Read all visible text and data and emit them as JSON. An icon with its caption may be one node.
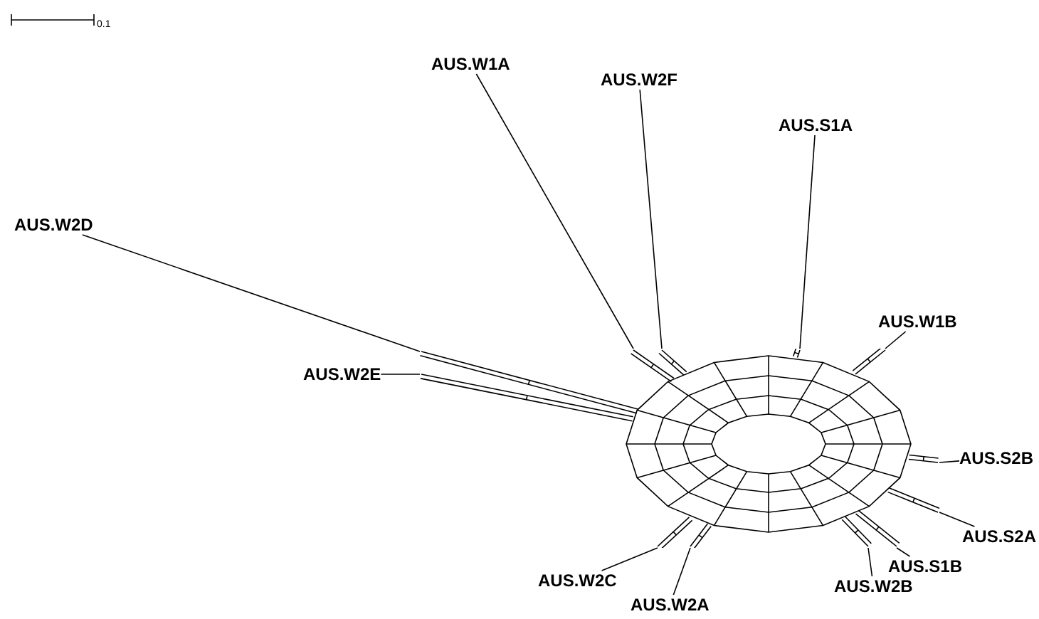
{
  "diagram": {
    "nodes": [
      {
        "text": [
          "AUS.W1A"
        ]
      },
      {
        "text": [
          "AUS.W2F"
        ]
      },
      {
        "text": [
          "AUS.S1A"
        ]
      },
      {
        "text": [
          "AUS.W2D"
        ]
      },
      {
        "text": [
          "AUS.W1B"
        ]
      },
      {
        "text": [
          "AUS.W2E"
        ]
      },
      {
        "text": [
          "AUS.S2B"
        ]
      },
      {
        "text": [
          "AUS.S2A"
        ]
      },
      {
        "text": [
          "AUS.S1B"
        ]
      },
      {
        "text": [
          "AUS.W2C"
        ]
      },
      {
        "text": [
          "AUS.W2B"
        ]
      },
      {
        "text": [
          "AUS.W2A"
        ]
      },
      {
        "text": [],
        "shape": "picture"
      }
    ],
    "edges": [
      {
        "from": 0,
        "to": 12,
        "arrow": "none"
      },
      {
        "from": 1,
        "to": 12,
        "arrow": "none"
      },
      {
        "from": 2,
        "to": 12,
        "arrow": "none"
      },
      {
        "from": 3,
        "to": 12,
        "arrow": "none"
      },
      {
        "from": 4,
        "to": 12,
        "arrow": "none"
      },
      {
        "from": 5,
        "to": 12,
        "arrow": "none"
      },
      {
        "from": 6,
        "to": 12,
        "arrow": "none"
      },
      {
        "from": 7,
        "to": 12,
        "arrow": "none"
      },
      {
        "from": 8,
        "to": 12,
        "arrow": "none"
      },
      {
        "from": 9,
        "to": 12,
        "arrow": "none"
      },
      {
        "from": 10,
        "to": 12,
        "arrow": "none"
      },
      {
        "from": 11,
        "to": 12,
        "arrow": "none"
      }
    ],
    "labels": [
      "0.1"
    ]
  }
}
